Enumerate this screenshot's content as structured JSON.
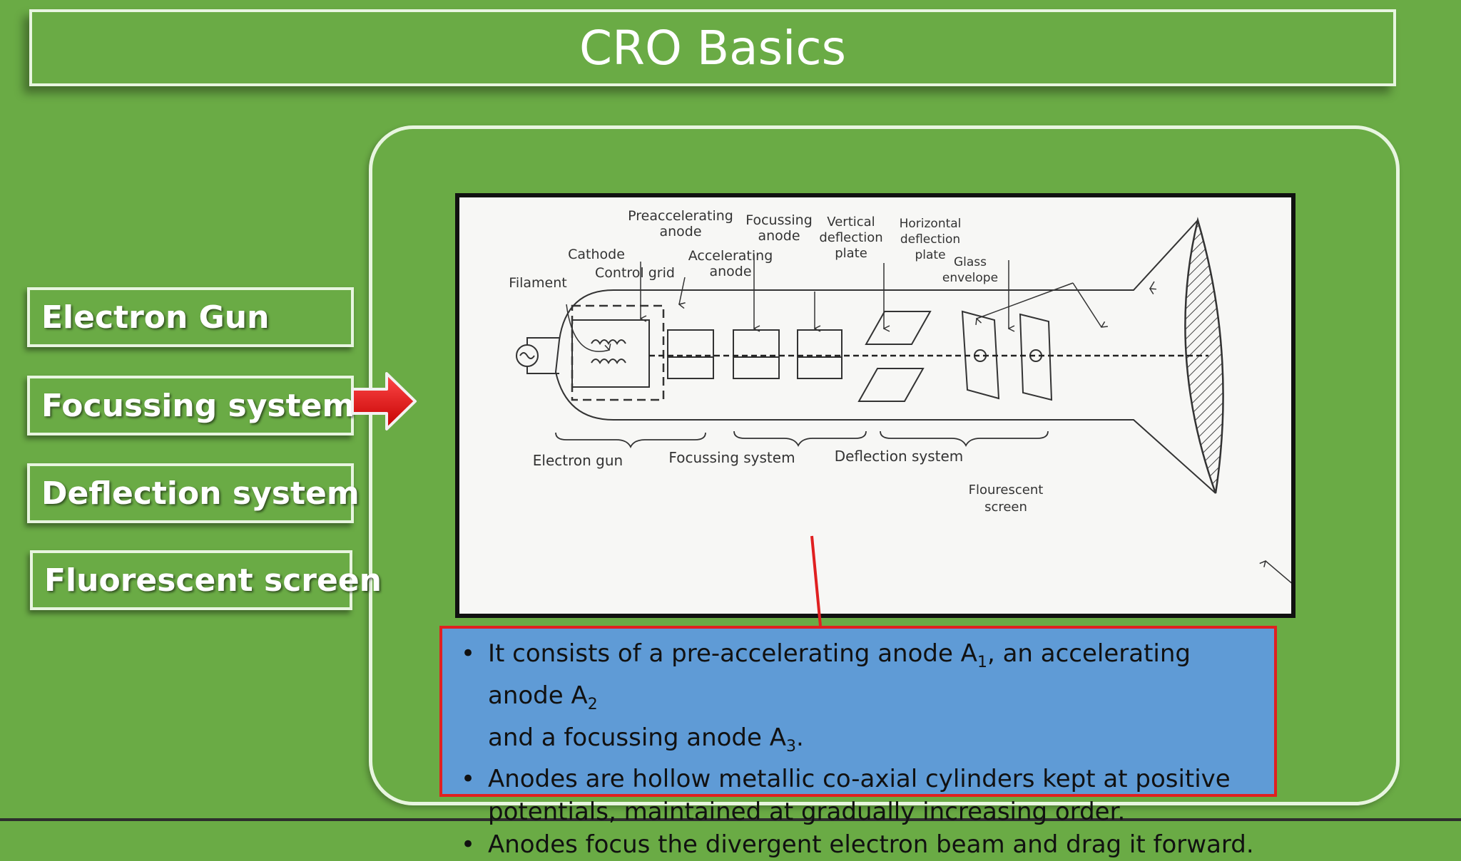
{
  "slide": {
    "title": "CRO Basics"
  },
  "menu": {
    "items": [
      {
        "label": "Electron Gun"
      },
      {
        "label": "Focussing system"
      },
      {
        "label": "Deflection system"
      },
      {
        "label": "Fluorescent screen"
      }
    ]
  },
  "diagram": {
    "labels": {
      "preaccelerating_anode_1": "Preaccelerating",
      "preaccelerating_anode_2": "anode",
      "focussing_anode_1": "Focussing",
      "focussing_anode_2": "anode",
      "vertical_plate_1": "Vertical",
      "vertical_plate_2": "deflection",
      "vertical_plate_3": "plate",
      "horizontal_plate_1": "Horizontal",
      "horizontal_plate_2": "deflection",
      "horizontal_plate_3": "plate",
      "cathode": "Cathode",
      "accelerating_anode_1": "Accelerating",
      "accelerating_anode_2": "anode",
      "glass_envelope_1": "Glass",
      "glass_envelope_2": "envelope",
      "control_grid": "Control grid",
      "filament": "Filament",
      "electron_gun": "Electron gun",
      "focussing_system": "Focussing system",
      "deflection_system": "Deflection system",
      "screen_1": "Flourescent",
      "screen_2": "screen"
    }
  },
  "notes": {
    "b1_pre": "It consists of a pre-accelerating anode A",
    "b1_sub1": "1",
    "b1_mid": ", an accelerating anode A",
    "b1_sub2": "2",
    "b1_line2": "and a focussing anode A",
    "b1_sub3": "3",
    "b1_end": ".",
    "b2_line1": "Anodes  are hollow metallic co-axial cylinders kept at positive",
    "b2_line2": "potentials, maintained at gradually increasing order.",
    "b3": "Anodes focus the divergent electron beam and drag it  forward."
  },
  "colors": {
    "background": "#6aab45",
    "notes_fill": "#5f9bd6",
    "notes_border": "#e02020",
    "pointer_arrow": "#e81818"
  }
}
